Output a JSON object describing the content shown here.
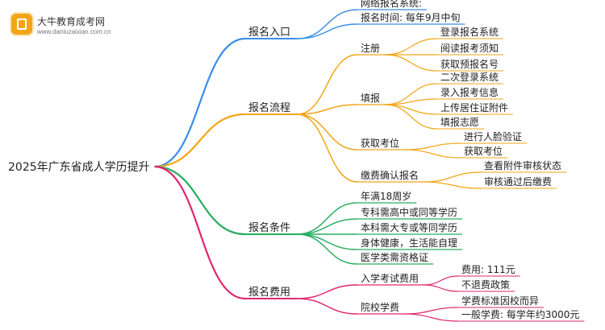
{
  "logo": {
    "name": "大牛教育成考网",
    "url": "www.daniuzaixian.com.cn"
  },
  "root": "2025年广东省成人学历提升",
  "branches": [
    {
      "label": "报名入口",
      "color": "#3a8ee6",
      "children": [
        {
          "label": "网络报名系统:"
        },
        {
          "label": "报名时间: 每年9月中旬"
        }
      ]
    },
    {
      "label": "报名流程",
      "color": "#f2a516",
      "children": [
        {
          "label": "注册",
          "children": [
            "登录报名系统",
            "阅读报考须知",
            "获取预报名号"
          ]
        },
        {
          "label": "填报",
          "children": [
            "二次登录系统",
            "录入报考信息",
            "上传居住证附件",
            "填报志愿"
          ]
        },
        {
          "label": "获取考位",
          "children": [
            "进行人脸验证",
            "获取考位"
          ]
        },
        {
          "label": "缴费确认报名",
          "children": [
            "查看附件审核状态",
            "审核通过后缴费"
          ]
        }
      ]
    },
    {
      "label": "报名条件",
      "color": "#27ae60",
      "children": [
        {
          "label": "年满18周岁"
        },
        {
          "label": "专科需高中或同等学历"
        },
        {
          "label": "本科需大专或等同学历"
        },
        {
          "label": "身体健康，生活能自理"
        },
        {
          "label": "医学类需资格证"
        }
      ]
    },
    {
      "label": "报名费用",
      "color": "#e0266f",
      "children": [
        {
          "label": "入学考试费用",
          "children": [
            "费用: 111元",
            "不退费政策"
          ]
        },
        {
          "label": "院校学费",
          "children": [
            "学费标准因校而异",
            "一般学费: 每学年约3000元"
          ]
        }
      ]
    }
  ]
}
